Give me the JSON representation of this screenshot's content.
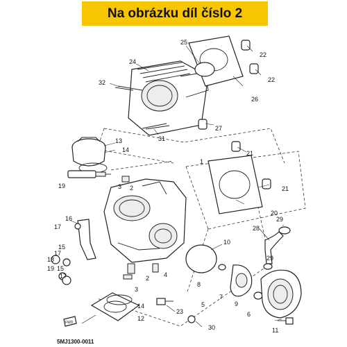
{
  "banner": {
    "text": "Na obrázku díl číslo 2",
    "color": "#f7c600"
  },
  "diagram": {
    "code": "5MJ1300-0011",
    "fwd_label": "FWD",
    "part_numbers": [
      "25",
      "22",
      "22",
      "24",
      "26",
      "32",
      "27",
      "31",
      "21",
      "13",
      "14",
      "1",
      "21",
      "3",
      "2",
      "19",
      "20",
      "16",
      "28",
      "29",
      "17",
      "10",
      "15",
      "17",
      "18",
      "15",
      "19",
      "29",
      "2",
      "4",
      "8",
      "7",
      "17",
      "3",
      "9",
      "5",
      "6",
      "14",
      "23",
      "12",
      "30",
      "11"
    ]
  }
}
